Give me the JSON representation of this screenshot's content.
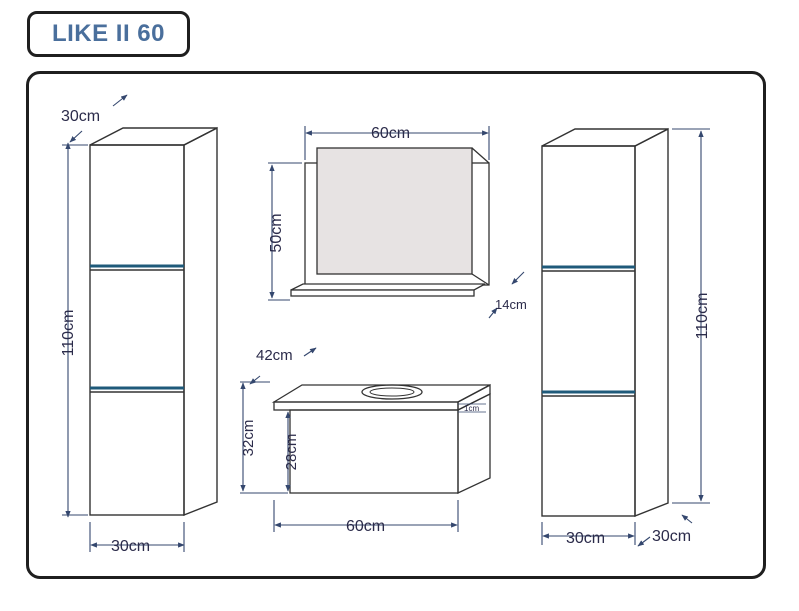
{
  "title": "LIKE II 60",
  "colors": {
    "dimension": "#34476e",
    "outline": "#333333",
    "led": "#1f5a7a",
    "mirror": "#e7e3e3"
  },
  "labels": {
    "left_depth": "30cm",
    "left_height": "110cm",
    "left_width": "30cm",
    "mirror_width": "60cm",
    "mirror_height": "50cm",
    "shelf_depth": "14cm",
    "sink_depth": "42cm",
    "sink_total_height": "32cm",
    "sink_drawer_height": "28cm",
    "sink_top": "1cm",
    "sink_width": "60cm",
    "right_height": "110cm",
    "right_width": "30cm",
    "right_depth": "30cm"
  }
}
